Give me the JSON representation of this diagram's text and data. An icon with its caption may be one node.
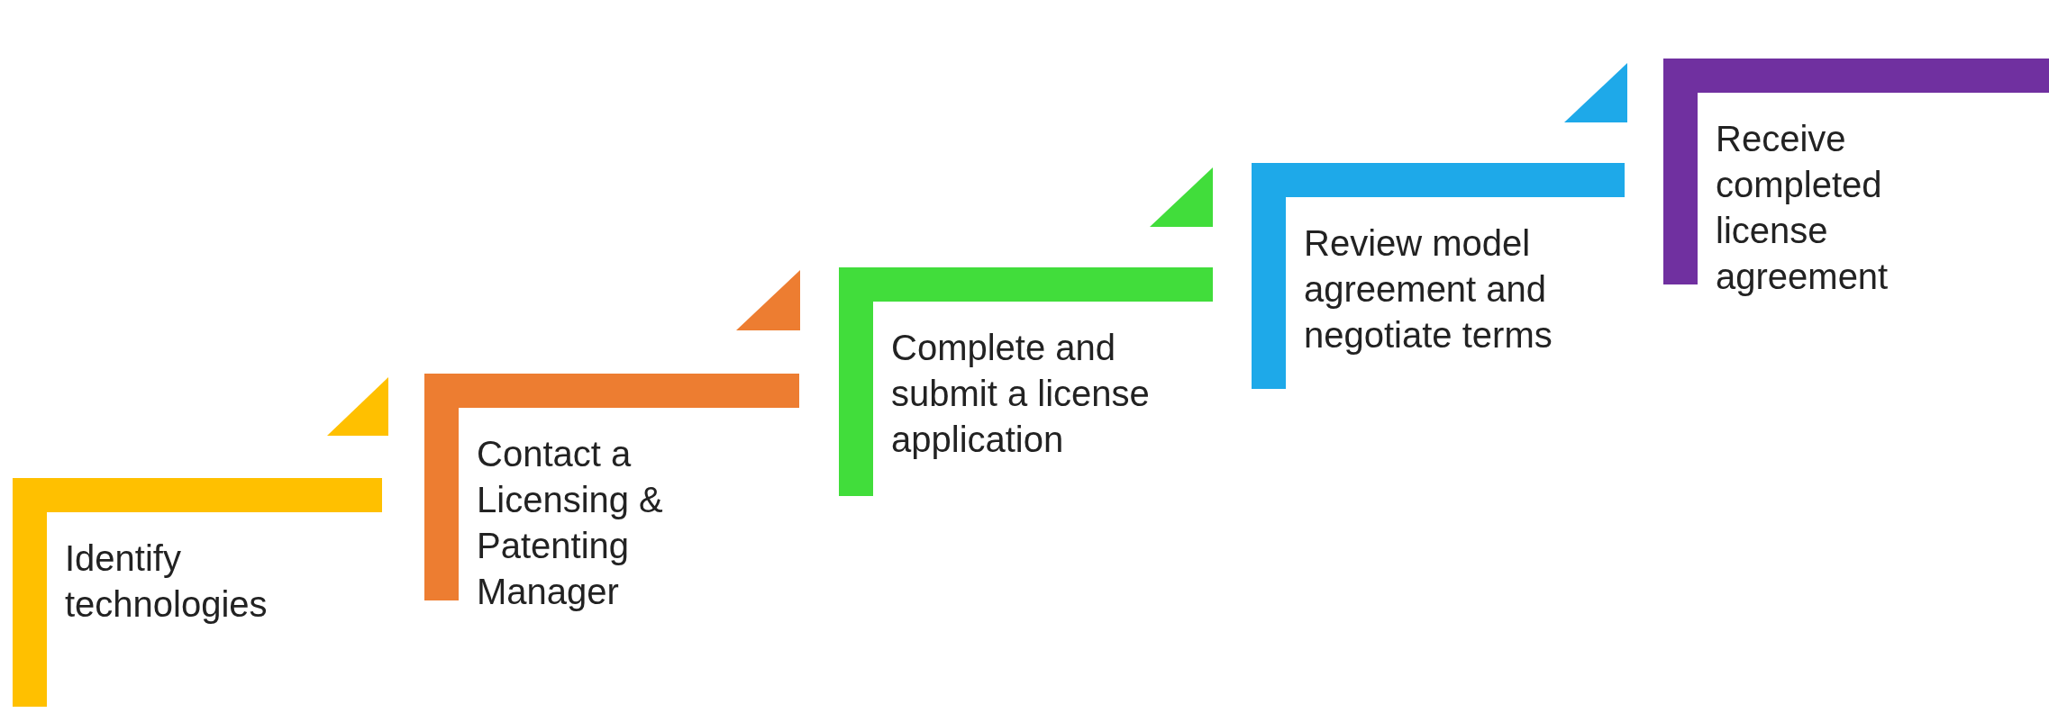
{
  "diagram": {
    "nodes": [
      {
        "text": [
          "Identify technologies"
        ]
      },
      {
        "text": [
          "Contact a Licensing & Patenting Manager"
        ]
      },
      {
        "text": [
          "Complete and submit a license application"
        ]
      },
      {
        "text": [
          "Review model agreement and negotiate terms"
        ]
      },
      {
        "text": [
          "Receive completed license agreement"
        ]
      }
    ],
    "edges": []
  }
}
